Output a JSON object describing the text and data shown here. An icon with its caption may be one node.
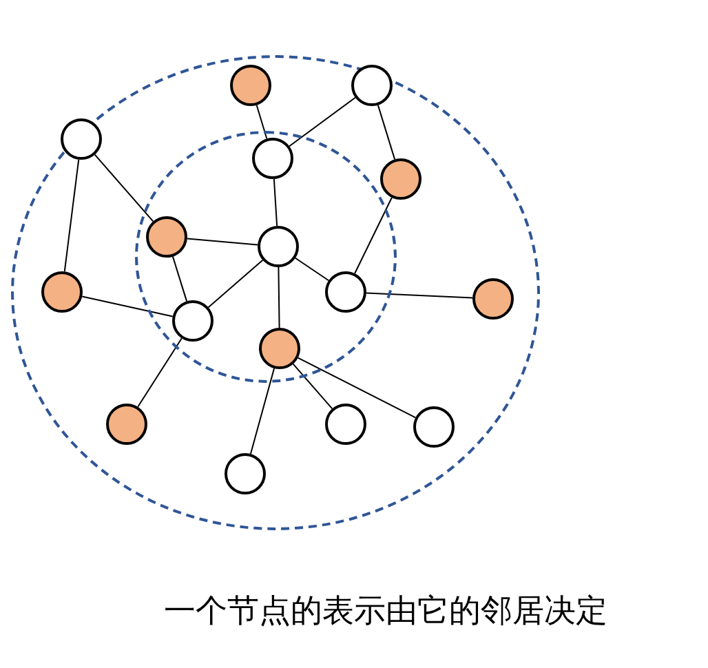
{
  "diagram": {
    "caption": "一个节点的表示由它的邻居决定",
    "nodes": [
      {
        "text": [],
        "shape": "circle"
      },
      {
        "text": [],
        "shape": "circle",
        "in": 0
      },
      {
        "text": [],
        "shape": "circle",
        "in": 0
      },
      {
        "text": [],
        "shape": "circle",
        "in": 0
      },
      {
        "text": [],
        "shape": "circle",
        "in": 0
      },
      {
        "text": [],
        "shape": "circle",
        "in": 1
      },
      {
        "text": [],
        "shape": "circle",
        "in": 0
      },
      {
        "text": [],
        "shape": "circle",
        "in": 1
      },
      {
        "text": [],
        "shape": "circle",
        "in": 1
      },
      {
        "text": [],
        "shape": "circle",
        "in": 0
      },
      {
        "text": [],
        "shape": "circle",
        "in": 1
      },
      {
        "text": [],
        "shape": "circle",
        "in": 0
      },
      {
        "text": [],
        "shape": "circle",
        "in": 1
      },
      {
        "text": [],
        "shape": "circle",
        "in": 1
      },
      {
        "text": [],
        "shape": "circle",
        "in": 0
      },
      {
        "text": [],
        "shape": "circle",
        "in": 0
      },
      {
        "text": [],
        "shape": "circle",
        "in": 0
      },
      {
        "text": [],
        "shape": "circle",
        "in": 0
      }
    ],
    "edges": [
      {
        "from": 2,
        "to": 5,
        "arrow": "none"
      },
      {
        "from": 3,
        "to": 5,
        "arrow": "none"
      },
      {
        "from": 3,
        "to": 6,
        "arrow": "none"
      },
      {
        "from": 4,
        "to": 7,
        "arrow": "none"
      },
      {
        "from": 4,
        "to": 9,
        "arrow": "none"
      },
      {
        "from": 5,
        "to": 8,
        "arrow": "none"
      },
      {
        "from": 7,
        "to": 8,
        "arrow": "none"
      },
      {
        "from": 7,
        "to": 12,
        "arrow": "none"
      },
      {
        "from": 8,
        "to": 12,
        "arrow": "none"
      },
      {
        "from": 8,
        "to": 10,
        "arrow": "none"
      },
      {
        "from": 8,
        "to": 13,
        "arrow": "none"
      },
      {
        "from": 6,
        "to": 10,
        "arrow": "none"
      },
      {
        "from": 10,
        "to": 11,
        "arrow": "none"
      },
      {
        "from": 9,
        "to": 12,
        "arrow": "none"
      },
      {
        "from": 12,
        "to": 14,
        "arrow": "none"
      },
      {
        "from": 13,
        "to": 15,
        "arrow": "none"
      },
      {
        "from": 13,
        "to": 16,
        "arrow": "none"
      },
      {
        "from": 13,
        "to": 17,
        "arrow": "none"
      }
    ]
  }
}
